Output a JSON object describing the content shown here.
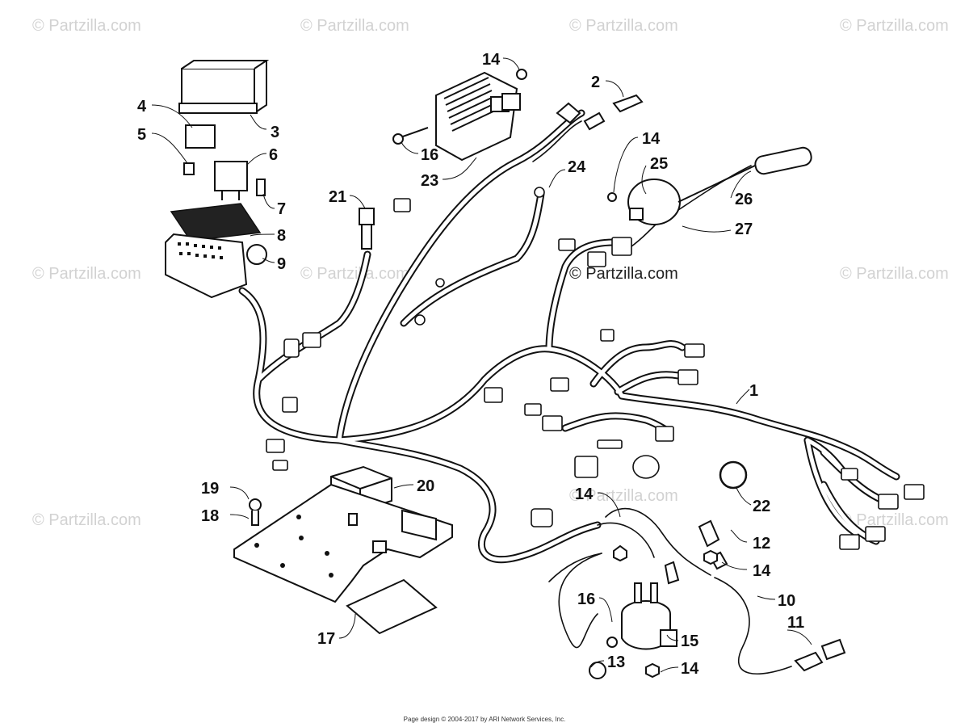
{
  "watermark": "© Partzilla.com",
  "footer": "Page design © 2004-2017 by ARI Network Services, Inc.",
  "parts": {
    "p1": "1",
    "p2": "2",
    "p3": "3",
    "p4": "4",
    "p5": "5",
    "p6": "6",
    "p7": "7",
    "p8": "8",
    "p9": "9",
    "p10": "10",
    "p11": "11",
    "p12": "12",
    "p13": "13",
    "p14": "14",
    "p15": "15",
    "p16": "16",
    "p17": "17",
    "p18": "18",
    "p19": "19",
    "p20": "20",
    "p21": "21",
    "p22": "22",
    "p23": "23",
    "p24": "24",
    "p25": "25",
    "p26": "26",
    "p27": "27"
  }
}
